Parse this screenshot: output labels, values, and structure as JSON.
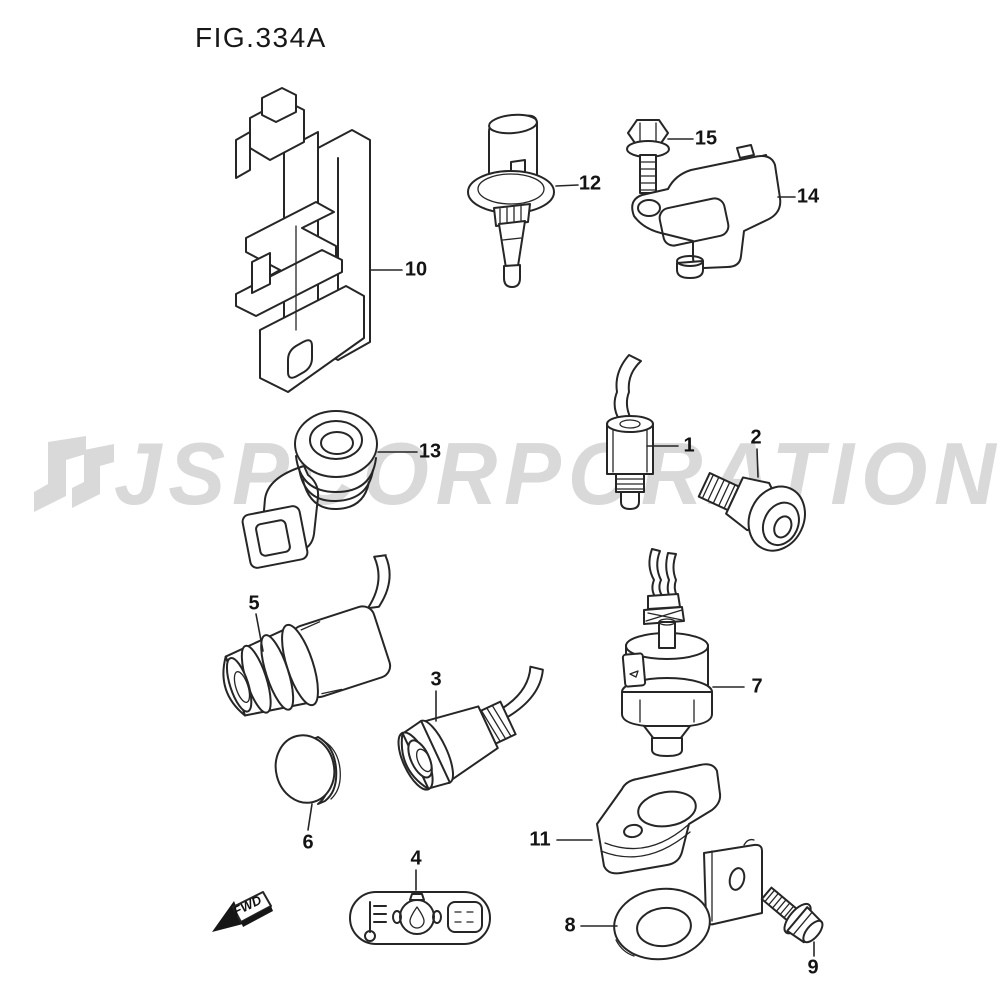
{
  "title": "FIG.334A",
  "watermark": {
    "text": "JSP CORPORATION"
  },
  "fwd": {
    "label": "FWD"
  },
  "parts": [
    {
      "number": "1"
    },
    {
      "number": "2"
    },
    {
      "number": "3"
    },
    {
      "number": "4"
    },
    {
      "number": "5"
    },
    {
      "number": "6"
    },
    {
      "number": "7"
    },
    {
      "number": "8"
    },
    {
      "number": "9"
    },
    {
      "number": "10"
    },
    {
      "number": "11"
    },
    {
      "number": "12"
    },
    {
      "number": "13"
    },
    {
      "number": "14"
    },
    {
      "number": "15"
    }
  ]
}
